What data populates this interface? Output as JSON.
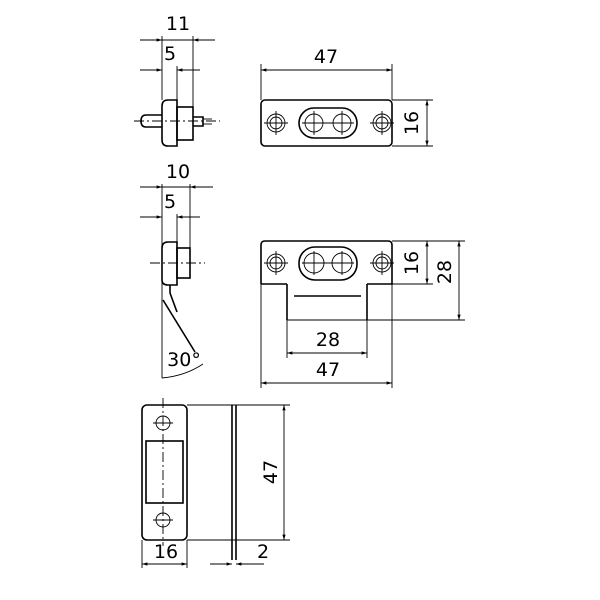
{
  "view1": {
    "dim_overall_depth": "11",
    "dim_flange_depth": "5",
    "dim_length": "47",
    "dim_height": "16"
  },
  "view2": {
    "dim_overall_depth": "10",
    "dim_flange_depth": "5",
    "dim_angle": "30°",
    "dim_length": "47",
    "dim_tab_width": "28",
    "dim_height": "16",
    "dim_total_height": "28"
  },
  "view3": {
    "dim_width": "16",
    "dim_height": "47",
    "dim_thickness": "2"
  },
  "colors": {
    "line": "#000000",
    "background": "#ffffff"
  }
}
